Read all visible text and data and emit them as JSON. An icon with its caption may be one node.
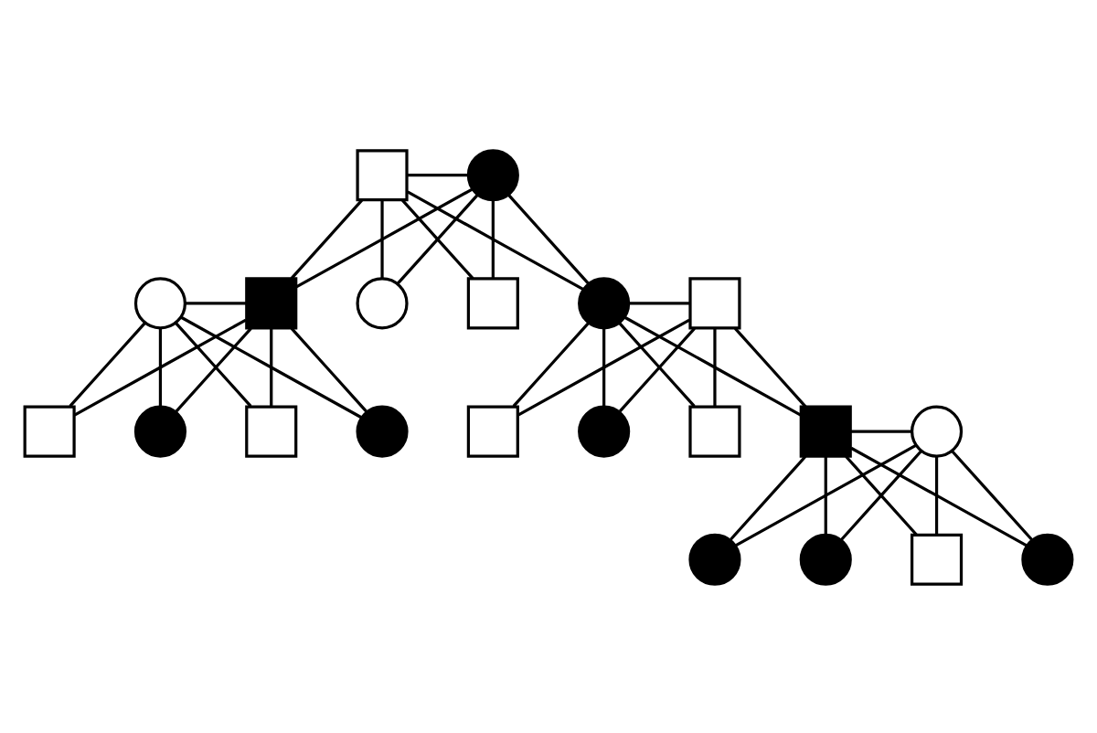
{
  "diagram": {
    "nodes": [
      {
        "text": [],
        "shape": "box"
      },
      {
        "text": [],
        "shape": "circle"
      },
      {
        "text": [],
        "shape": "circle"
      },
      {
        "text": [],
        "shape": "box"
      },
      {
        "text": [],
        "shape": "circle"
      },
      {
        "text": [],
        "shape": "box"
      },
      {
        "text": [],
        "shape": "circle"
      },
      {
        "text": [],
        "shape": "box"
      },
      {
        "text": [],
        "shape": "box"
      },
      {
        "text": [],
        "shape": "circle"
      },
      {
        "text": [],
        "shape": "box"
      },
      {
        "text": [],
        "shape": "circle"
      },
      {
        "text": [],
        "shape": "box"
      },
      {
        "text": [],
        "shape": "circle"
      },
      {
        "text": [],
        "shape": "box"
      },
      {
        "text": [],
        "shape": "box"
      },
      {
        "text": [],
        "shape": "circle"
      },
      {
        "text": [],
        "shape": "circle"
      },
      {
        "text": [],
        "shape": "circle"
      },
      {
        "text": [],
        "shape": "box"
      },
      {
        "text": [],
        "shape": "circle"
      }
    ],
    "edges": [
      {
        "from": 0,
        "to": 1,
        "arrow": "none"
      },
      {
        "from": 0,
        "to": 3,
        "arrow": "none"
      },
      {
        "from": 1,
        "to": 3,
        "arrow": "none"
      },
      {
        "from": 0,
        "to": 4,
        "arrow": "none"
      },
      {
        "from": 1,
        "to": 4,
        "arrow": "none"
      },
      {
        "from": 0,
        "to": 5,
        "arrow": "none"
      },
      {
        "from": 1,
        "to": 5,
        "arrow": "none"
      },
      {
        "from": 0,
        "to": 6,
        "arrow": "none"
      },
      {
        "from": 1,
        "to": 6,
        "arrow": "none"
      },
      {
        "from": 2,
        "to": 3,
        "arrow": "none"
      },
      {
        "from": 6,
        "to": 7,
        "arrow": "none"
      },
      {
        "from": 2,
        "to": 8,
        "arrow": "none"
      },
      {
        "from": 3,
        "to": 8,
        "arrow": "none"
      },
      {
        "from": 2,
        "to": 9,
        "arrow": "none"
      },
      {
        "from": 3,
        "to": 9,
        "arrow": "none"
      },
      {
        "from": 2,
        "to": 10,
        "arrow": "none"
      },
      {
        "from": 3,
        "to": 10,
        "arrow": "none"
      },
      {
        "from": 2,
        "to": 11,
        "arrow": "none"
      },
      {
        "from": 3,
        "to": 11,
        "arrow": "none"
      },
      {
        "from": 6,
        "to": 12,
        "arrow": "none"
      },
      {
        "from": 7,
        "to": 12,
        "arrow": "none"
      },
      {
        "from": 6,
        "to": 13,
        "arrow": "none"
      },
      {
        "from": 7,
        "to": 13,
        "arrow": "none"
      },
      {
        "from": 6,
        "to": 14,
        "arrow": "none"
      },
      {
        "from": 7,
        "to": 14,
        "arrow": "none"
      },
      {
        "from": 6,
        "to": 15,
        "arrow": "none"
      },
      {
        "from": 7,
        "to": 15,
        "arrow": "none"
      },
      {
        "from": 15,
        "to": 16,
        "arrow": "none"
      },
      {
        "from": 15,
        "to": 17,
        "arrow": "none"
      },
      {
        "from": 16,
        "to": 17,
        "arrow": "none"
      },
      {
        "from": 15,
        "to": 18,
        "arrow": "none"
      },
      {
        "from": 16,
        "to": 18,
        "arrow": "none"
      },
      {
        "from": 15,
        "to": 19,
        "arrow": "none"
      },
      {
        "from": 16,
        "to": 19,
        "arrow": "none"
      },
      {
        "from": 15,
        "to": 20,
        "arrow": "none"
      },
      {
        "from": 16,
        "to": 20,
        "arrow": "none"
      }
    ]
  }
}
